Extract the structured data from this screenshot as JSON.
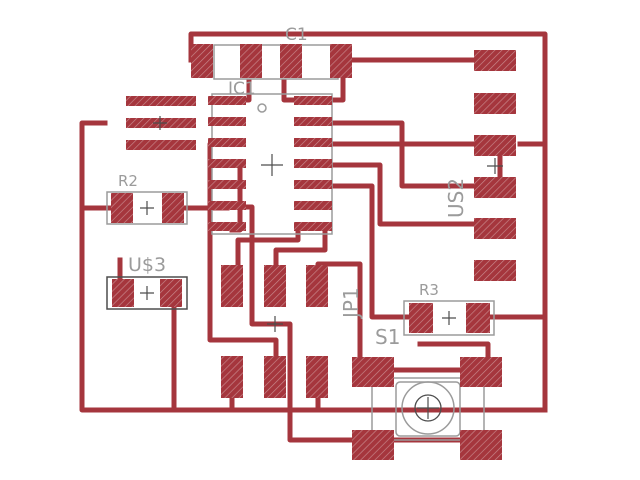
{
  "canvas": {
    "background": "#ffffff"
  },
  "colors": {
    "trace": "#a5363d",
    "pad": "#a5363d",
    "pad_hatch": "#c98a8e",
    "silk": "#9b9b9b",
    "silk_dark": "#4d4d4d"
  },
  "labels": {
    "c1": "C1",
    "ic1": "IC1",
    "r2": "R2",
    "us3": "U$3",
    "us2": "US2",
    "jp1": "JP1",
    "r3": "R3",
    "s1": "S1"
  }
}
